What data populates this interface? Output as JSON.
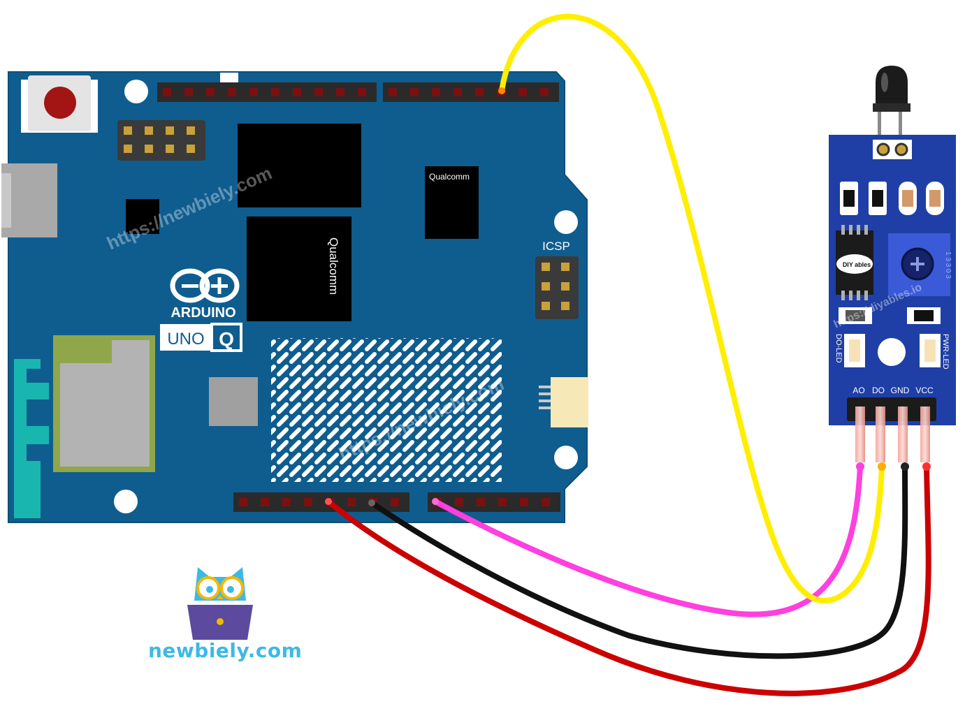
{
  "board": {
    "brand": "ARDUINO",
    "model": "UNO",
    "model_badge": "Q",
    "icsp_label": "ICSP",
    "chip_small_brand": "Qualcomm",
    "chip_large_brand": "Qualcomm",
    "color": "#0f5d8f"
  },
  "sensor": {
    "pins": [
      "AO",
      "DO",
      "GND",
      "VCC"
    ],
    "do_led_label": "DO-LED",
    "pwr_led_label": "PWR-LED",
    "ic_logo": "DIY ables",
    "pot_text": "1 3 3 0 3",
    "color": "#1f3fa6"
  },
  "wires": [
    {
      "name": "AO-wire",
      "color": "#ff3fe0"
    },
    {
      "name": "DO-wire",
      "color": "#ffee00"
    },
    {
      "name": "GND-wire",
      "color": "#111111"
    },
    {
      "name": "VCC-wire",
      "color": "#cc0000"
    }
  ],
  "watermarks": {
    "board_top": "https://newbiely.com",
    "board_matrix": "https://newbiely.com",
    "sensor": "https://diyables.io"
  },
  "logo": {
    "text": "newbiely.com",
    "color": "#3db9e8"
  }
}
